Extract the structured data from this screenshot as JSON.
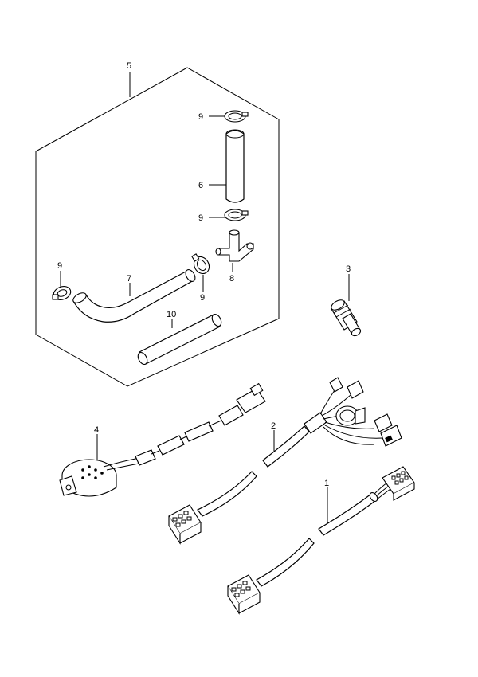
{
  "callouts": {
    "c1": "1",
    "c2": "2",
    "c3": "3",
    "c4": "4",
    "c5": "5",
    "c6": "6",
    "c7": "7",
    "c8": "8",
    "c9a": "9",
    "c9b": "9",
    "c9c": "9",
    "c9d": "9",
    "c10": "10"
  }
}
